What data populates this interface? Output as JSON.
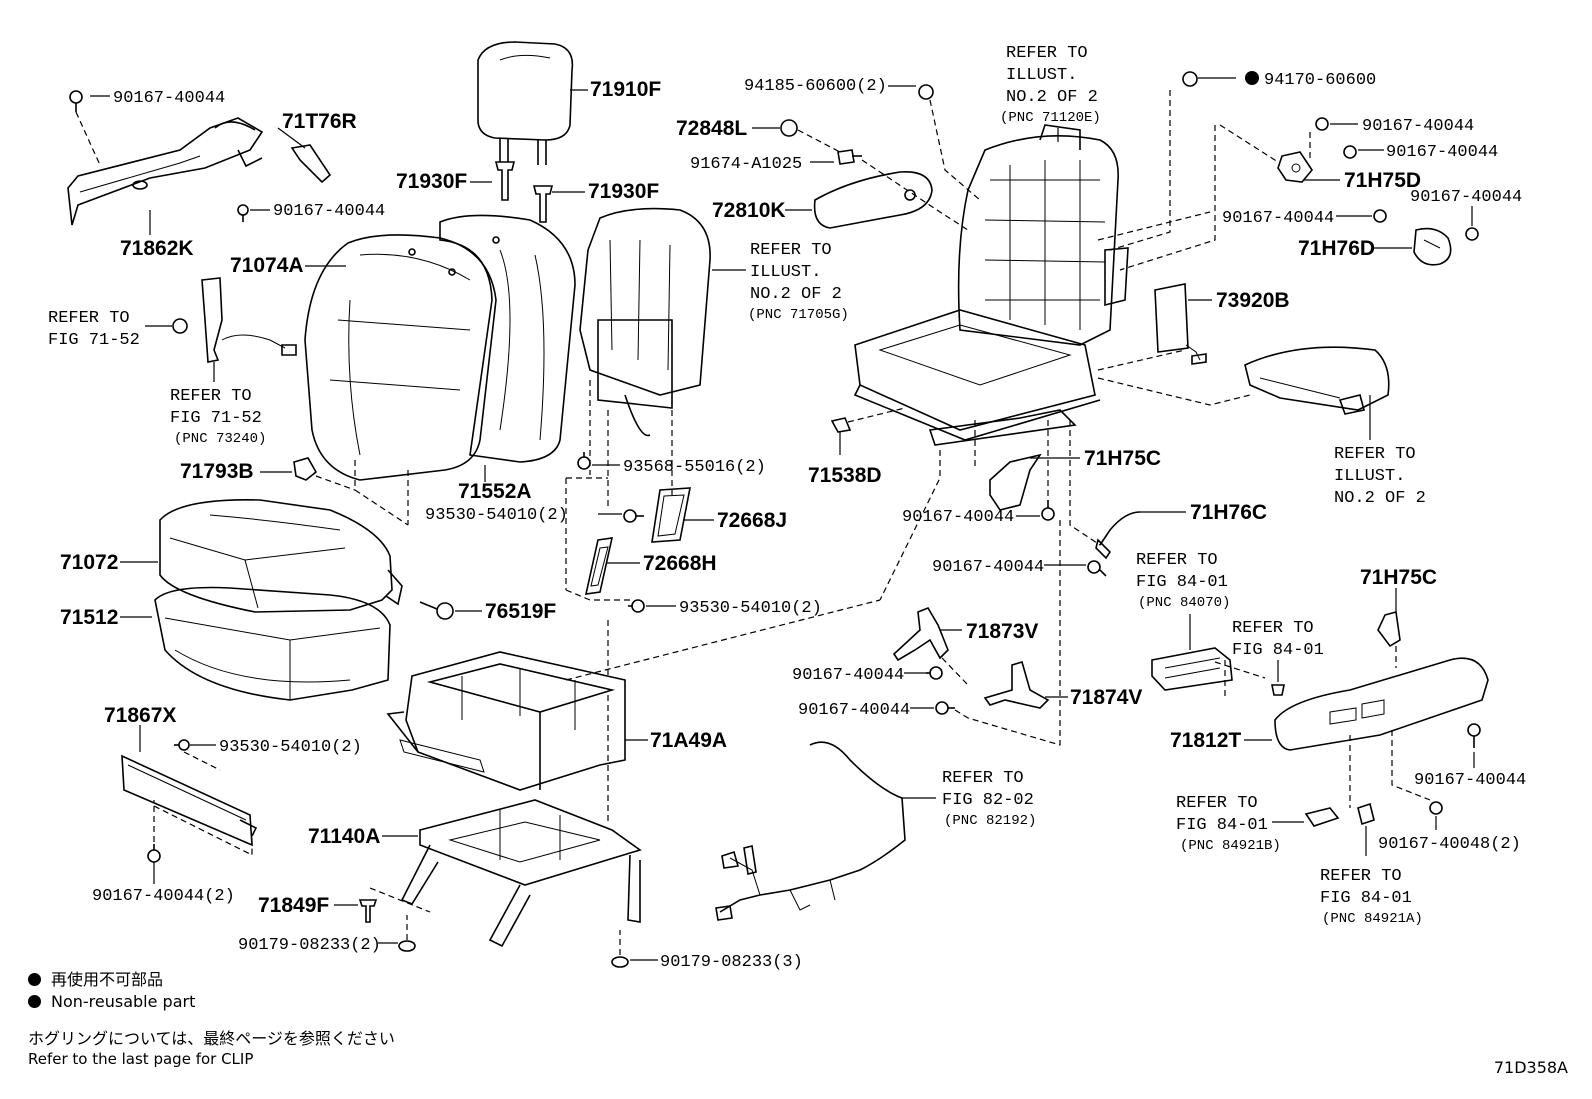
{
  "diagram_code": "71D358A",
  "legend": {
    "jp_nonreusable": "再使用不可部品",
    "en_nonreusable": "Non-reusable part",
    "jp_clip": "ホグリングについては、最終ページを参照ください",
    "en_clip": "Refer to the last page for CLIP"
  },
  "labels": {
    "l90167_tl": "90167-40044",
    "l71T76R": "71T76R",
    "l90167_b": "90167-40044",
    "l71862K": "71862K",
    "l71910F": "71910F",
    "l71930F_a": "71930F",
    "l71930F_b": "71930F",
    "l71074A": "71074A",
    "ref_fig7152_a1": "REFER TO",
    "ref_fig7152_a2": "FIG 71-52",
    "ref_fig7152_b1": "REFER TO",
    "ref_fig7152_b2": "FIG 71-52",
    "ref_fig7152_b3": "(PNC 73240)",
    "l71793B": "71793B",
    "l71552A": "71552A",
    "ref_ill_705_1": "REFER TO",
    "ref_ill_705_2": "ILLUST.",
    "ref_ill_705_3": "NO.2 OF 2",
    "ref_ill_705_4": "(PNC 71705G)",
    "l93568": "93568-55016(2)",
    "l93530_a": "93530-54010(2)",
    "l72668J": "72668J",
    "l72668H": "72668H",
    "l93530_b": "93530-54010(2)",
    "l71072": "71072",
    "l71512": "71512",
    "l76519F": "76519F",
    "l71867X": "71867X",
    "l93530_c": "93530-54010(2)",
    "l90167_2": "90167-40044(2)",
    "l71A49A": "71A49A",
    "l71140A": "71140A",
    "l71849F": "71849F",
    "l90179_2": "90179-08233(2)",
    "l90179_3": "90179-08233(3)",
    "l94185": "94185-60600(2)",
    "ref_ill_120_1": "REFER TO",
    "ref_ill_120_2": "ILLUST.",
    "ref_ill_120_3": "NO.2 OF 2",
    "ref_ill_120_4": "(PNC 71120E)",
    "l72848L": "72848L",
    "l91674": "91674-A1025",
    "l72810K": "72810K",
    "l71538D": "71538D",
    "l71H75C_a": "71H75C",
    "l90167_c": "90167-40044",
    "l71H76C": "71H76C",
    "l90167_d": "90167-40044",
    "ref_fig8401_a1": "REFER TO",
    "ref_fig8401_a2": "FIG 84-01",
    "ref_fig8401_a3": "(PNC 84070)",
    "l71873V": "71873V",
    "l90167_e": "90167-40044",
    "l90167_f": "90167-40044",
    "l71874V": "71874V",
    "ref_fig8202_1": "REFER TO",
    "ref_fig8202_2": "FIG 82-02",
    "ref_fig8202_3": "(PNC 82192)",
    "l94170": "94170-60600",
    "l90167_g": "90167-40044",
    "l90167_h": "90167-40044",
    "l71H75D": "71H75D",
    "l90167_i": "90167-40044",
    "l90167_j": "90167-40044",
    "l71H76D": "71H76D",
    "l73920B": "73920B",
    "ref_ill_r1": "REFER TO",
    "ref_ill_r2": "ILLUST.",
    "ref_ill_r3": "NO.2 OF 2",
    "l71H75C_b": "71H75C",
    "ref_fig8401_b1": "REFER TO",
    "ref_fig8401_b2": "FIG 84-01",
    "l71812T": "71812T",
    "l90167_k": "90167-40044",
    "ref_fig8401_c1": "REFER TO",
    "ref_fig8401_c2": "FIG 84-01",
    "ref_fig8401_c3": "(PNC 84921B)",
    "l90167_48": "90167-40048(2)",
    "ref_fig8401_d1": "REFER TO",
    "ref_fig8401_d2": "FIG 84-01",
    "ref_fig8401_d3": "(PNC 84921A)"
  }
}
